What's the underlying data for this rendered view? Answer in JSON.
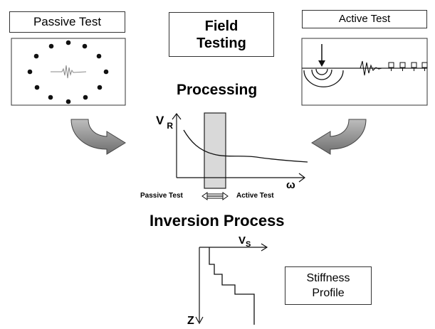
{
  "labels": {
    "passive_test": "Passive Test",
    "active_test": "Active Test",
    "field_testing_line1": "Field",
    "field_testing_line2": "Testing",
    "processing": "Processing",
    "inversion_process": "Inversion Process",
    "stiffness_line1": "Stiffness",
    "stiffness_line2": "Profile",
    "passive_test_small": "Passive Test",
    "active_test_small": "Active Test"
  },
  "axes": {
    "vr": "V",
    "vr_sub": "R",
    "omega": "ω",
    "vs": "V",
    "vs_sub": "S",
    "z": "Z"
  }
}
